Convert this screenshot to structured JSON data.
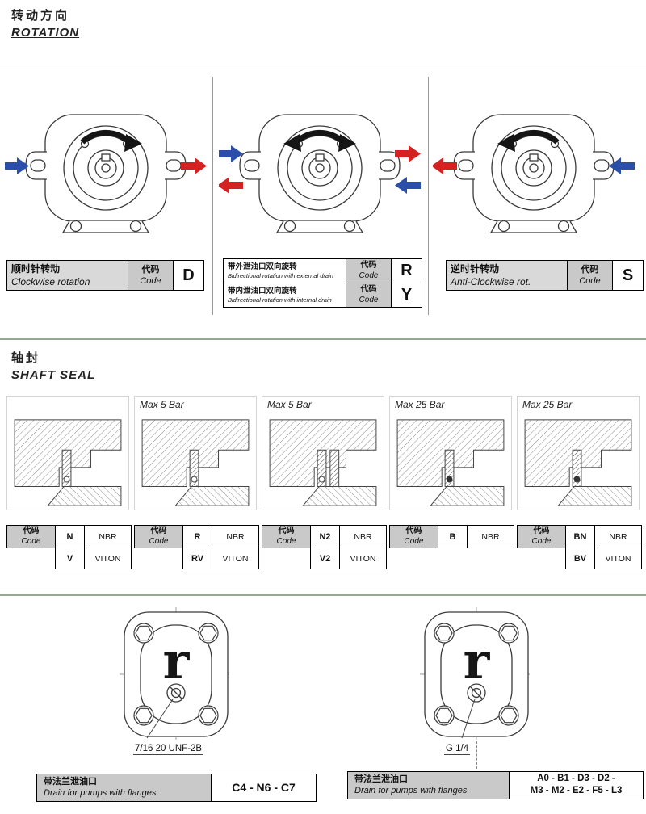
{
  "colors": {
    "inlet_arrow": "#2b4fa8",
    "outlet_arrow": "#d42222",
    "section_rule": "#96a796",
    "table_header_bg": "#c9c9c9"
  },
  "rotation": {
    "title_cn": "转动方向",
    "title_en": "ROTATION",
    "clockwise": {
      "label_cn": "顺时针转动",
      "label_en": "Clockwise rotation",
      "code_label_cn": "代码",
      "code_label_en": "Code",
      "code": "D"
    },
    "bidirectional_external": {
      "label_cn": "带外泄油口双向旋转",
      "label_en": "Bidirectional rotation with external drain",
      "code_label_cn": "代码",
      "code_label_en": "Code",
      "code": "R"
    },
    "bidirectional_internal": {
      "label_cn": "带内泄油口双向旋转",
      "label_en": "Bidirectional rotation with internal drain",
      "code_label_cn": "代码",
      "code_label_en": "Code",
      "code": "Y"
    },
    "anticlockwise": {
      "label_cn": "逆时针转动",
      "label_en": "Anti-Clockwise rot.",
      "code_label_cn": "代码",
      "code_label_en": "Code",
      "code": "S"
    }
  },
  "shaft_seal": {
    "title_cn": "轴封",
    "title_en": "SHAFT SEAL",
    "code_label_cn": "代码",
    "code_label_en": "Code",
    "panels": [
      {
        "pressure_label": ""
      },
      {
        "pressure_label": "Max 5 Bar"
      },
      {
        "pressure_label": "Max 5 Bar"
      },
      {
        "pressure_label": "Max 25 Bar"
      },
      {
        "pressure_label": "Max 25 Bar"
      }
    ],
    "tables": [
      {
        "rows": [
          {
            "code": "N",
            "material": "NBR"
          },
          {
            "code": "V",
            "material": "VITON"
          }
        ]
      },
      {
        "rows": [
          {
            "code": "R",
            "material": "NBR"
          },
          {
            "code": "RV",
            "material": "VITON"
          }
        ]
      },
      {
        "rows": [
          {
            "code": "N2",
            "material": "NBR"
          },
          {
            "code": "V2",
            "material": "VITON"
          }
        ]
      },
      {
        "rows": [
          {
            "code": "B",
            "material": "NBR"
          }
        ]
      },
      {
        "rows": [
          {
            "code": "BN",
            "material": "NBR"
          },
          {
            "code": "BV",
            "material": "VITON"
          }
        ]
      }
    ]
  },
  "drain": {
    "pump_logo_glyph": "r",
    "left": {
      "port_thread": "7/16 20 UNF-2B",
      "label_cn": "带法兰泄油口",
      "label_en": "Drain for pumps with flanges",
      "codes": "C4 - N6 - C7"
    },
    "right": {
      "port_thread": "G 1/4",
      "label_cn": "带法兰泄油口",
      "label_en": "Drain for pumps with flanges",
      "codes_line1": "A0 - B1 - D3 - D2 -",
      "codes_line2": "M3 - M2 - E2 - F5 - L3"
    }
  }
}
